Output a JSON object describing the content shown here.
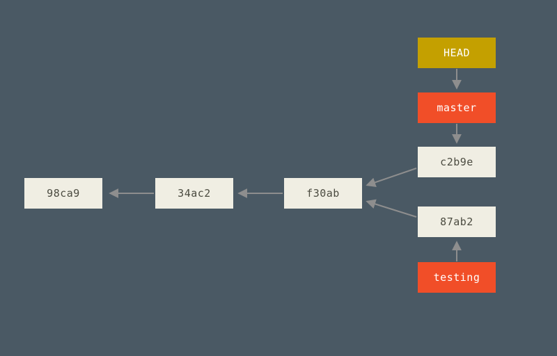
{
  "diagram": {
    "title": "git-commit-history-diagram",
    "background_color": "#4a5964",
    "colors": {
      "head_fill": "#c4a000",
      "branch_fill": "#f14e28",
      "commit_fill": "#f0eee3",
      "commit_text": "#4b4b40",
      "pointer_text": "#ffffff",
      "arrow": "#8e8e8e"
    },
    "nodes": [
      {
        "id": "head",
        "label": "HEAD",
        "kind": "head-pointer"
      },
      {
        "id": "master",
        "label": "master",
        "kind": "branch-pointer"
      },
      {
        "id": "c2b9e",
        "label": "c2b9e",
        "kind": "commit"
      },
      {
        "id": "f30ab",
        "label": "f30ab",
        "kind": "commit"
      },
      {
        "id": "34ac2",
        "label": "34ac2",
        "kind": "commit"
      },
      {
        "id": "98ca9",
        "label": "98ca9",
        "kind": "commit"
      },
      {
        "id": "87ab2",
        "label": "87ab2",
        "kind": "commit"
      },
      {
        "id": "testing",
        "label": "testing",
        "kind": "branch-pointer"
      }
    ],
    "edges": [
      {
        "from": "HEAD",
        "to": "master"
      },
      {
        "from": "master",
        "to": "c2b9e"
      },
      {
        "from": "c2b9e",
        "to": "f30ab"
      },
      {
        "from": "87ab2",
        "to": "f30ab"
      },
      {
        "from": "f30ab",
        "to": "34ac2"
      },
      {
        "from": "34ac2",
        "to": "98ca9"
      },
      {
        "from": "testing",
        "to": "87ab2"
      }
    ]
  }
}
